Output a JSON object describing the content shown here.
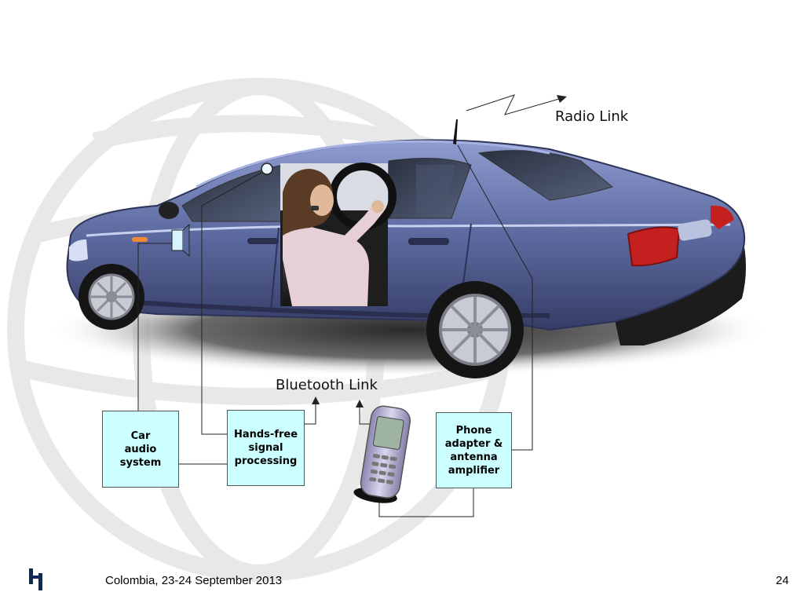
{
  "diagram": {
    "radio_link_label": "Radio Link",
    "bluetooth_link_label": "Bluetooth Link",
    "boxes": {
      "car_audio": "Car\naudio\nsystem",
      "hands_free": "Hands-free\nsignal\nprocessing",
      "phone_adapter": "Phone\nadapter &\nantenna\namplifier"
    }
  },
  "footer": {
    "location_date": "Colombia, 23-24 September 2013",
    "page_number": "24"
  },
  "colors": {
    "box_fill": "#ccffff",
    "car_body": "#5b6a9e",
    "background_watermark": "#e6e6e6"
  }
}
